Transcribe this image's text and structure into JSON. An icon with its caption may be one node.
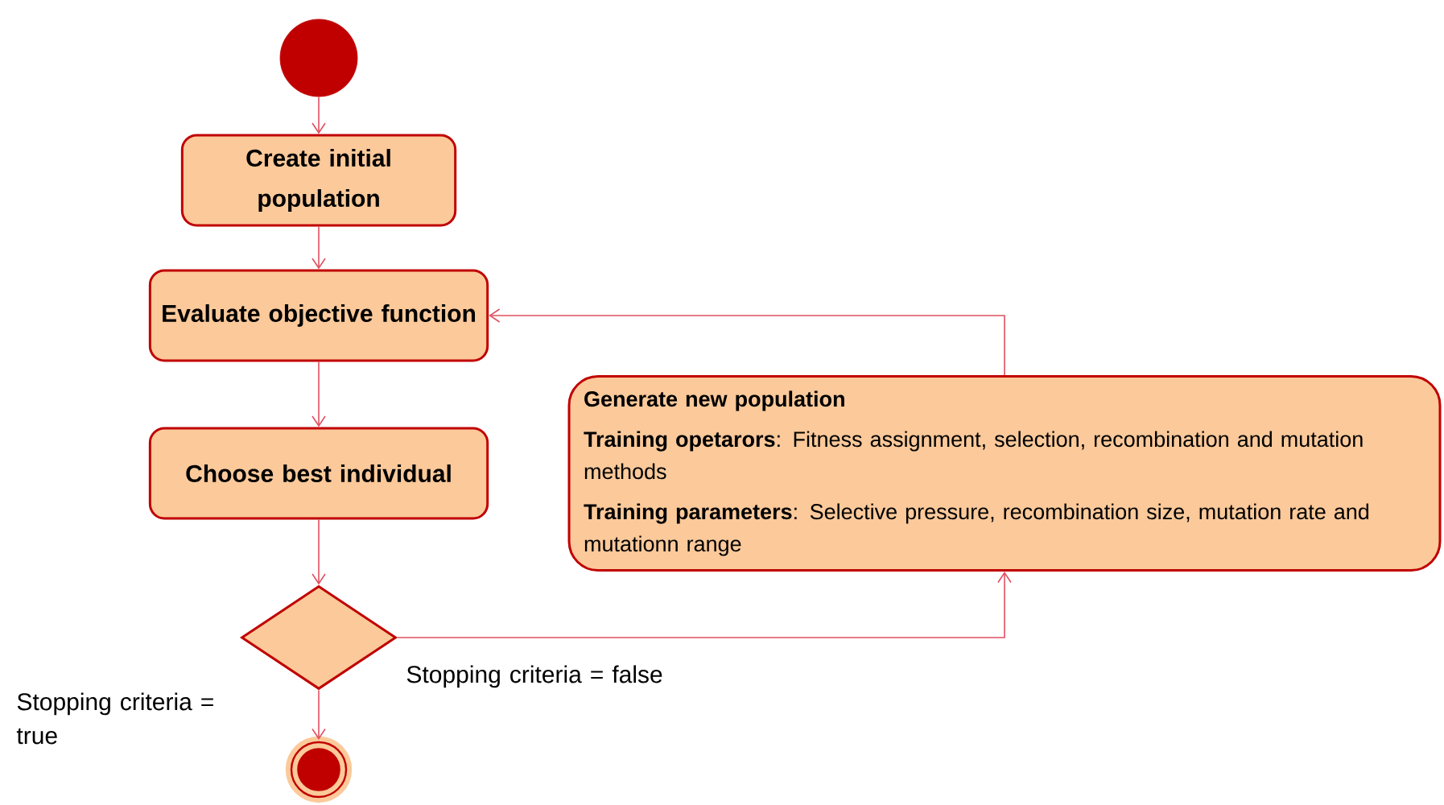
{
  "diagram": {
    "nodes": [
      {
        "text": [],
        "shape": "circle"
      },
      {
        "text": [
          "Create initial population"
        ]
      },
      {
        "text": [
          "Evaluate objective function"
        ]
      },
      {
        "text": [
          "Choose best individual"
        ]
      },
      {
        "text": [],
        "shape": "diamond"
      },
      {
        "text": [
          "Generate new population",
          "**Training opetarors**: Fitness assignment, selection, recombination and mutation methods",
          "**Training parameters**: Selective pressure, recombination size, mutation rate and mutationn range"
        ]
      },
      {
        "text": [],
        "shape": "bullseye"
      }
    ],
    "edges": [
      {
        "from": 0,
        "to": 1,
        "arrow": "to"
      },
      {
        "from": 1,
        "to": 2,
        "arrow": "to"
      },
      {
        "from": 2,
        "to": 3,
        "arrow": "to"
      },
      {
        "from": 3,
        "to": 4,
        "arrow": "to"
      },
      {
        "from": 4,
        "to": 5,
        "arrow": "to",
        "label": "Stopping criteria = false"
      },
      {
        "from": 5,
        "to": 2,
        "arrow": "to"
      },
      {
        "from": 4,
        "to": 6,
        "arrow": "to",
        "label": "Stopping criteria = true"
      }
    ]
  }
}
